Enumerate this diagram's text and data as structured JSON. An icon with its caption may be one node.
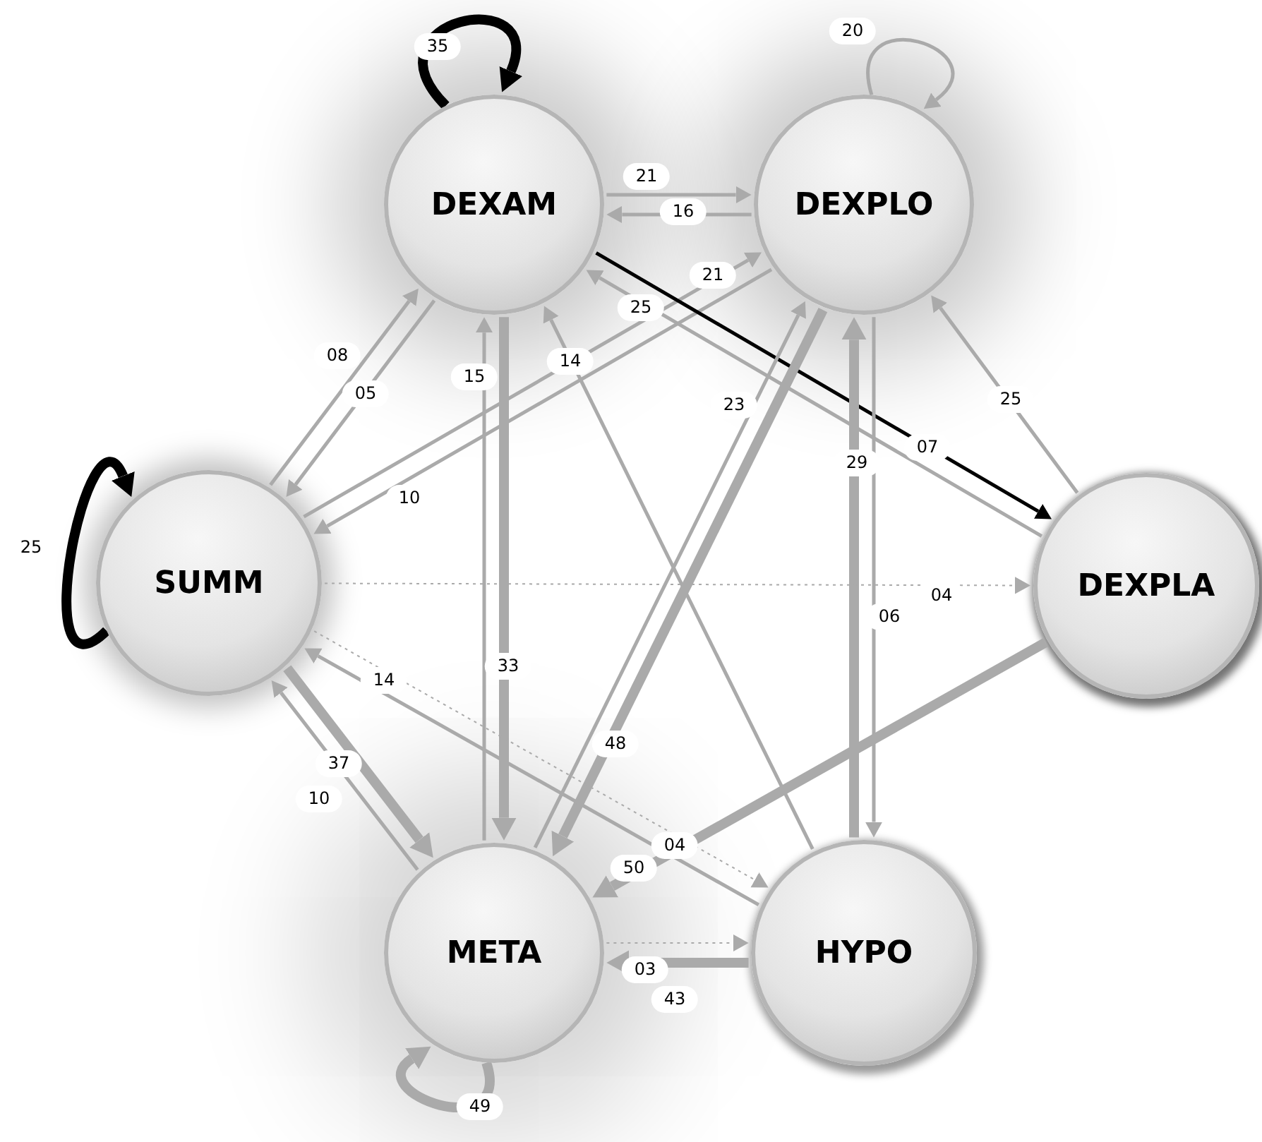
{
  "diagram": {
    "nodes": [
      {
        "text": [
          "DEXAM"
        ]
      },
      {
        "text": [
          "DEXPLO"
        ]
      },
      {
        "text": [
          "SUMM"
        ]
      },
      {
        "text": [
          "DEXPLA"
        ]
      },
      {
        "text": [
          "META"
        ]
      },
      {
        "text": [
          "HYPO"
        ]
      }
    ],
    "edges": [
      {
        "from": 0,
        "to": 0,
        "arrow": "to",
        "label": "35",
        "style": "thick",
        "color": "#000000"
      },
      {
        "from": 1,
        "to": 1,
        "arrow": "to",
        "label": "20"
      },
      {
        "from": 2,
        "to": 2,
        "arrow": "to",
        "label": "25",
        "style": "thick",
        "color": "#000000"
      },
      {
        "from": 4,
        "to": 4,
        "arrow": "to",
        "label": "49",
        "style": "thick"
      },
      {
        "from": 0,
        "to": 1,
        "arrow": "to",
        "label": "21"
      },
      {
        "from": 1,
        "to": 0,
        "arrow": "to",
        "label": "16"
      },
      {
        "from": 2,
        "to": 1,
        "arrow": "to",
        "label": "21"
      },
      {
        "from": 1,
        "to": 2,
        "arrow": "to",
        "label": "10"
      },
      {
        "from": 2,
        "to": 0,
        "arrow": "to",
        "label": "08"
      },
      {
        "from": 0,
        "to": 2,
        "arrow": "to",
        "label": "05"
      },
      {
        "from": 3,
        "to": 0,
        "arrow": "to",
        "label": "25"
      },
      {
        "from": 0,
        "to": 3,
        "arrow": "to",
        "label": "07",
        "color": "#000000"
      },
      {
        "from": 4,
        "to": 0,
        "arrow": "to",
        "label": "15"
      },
      {
        "from": 0,
        "to": 4,
        "arrow": "to",
        "label": "33",
        "style": "thick"
      },
      {
        "from": 5,
        "to": 0,
        "arrow": "to",
        "label": "14"
      },
      {
        "from": 4,
        "to": 1,
        "arrow": "to",
        "label": "23"
      },
      {
        "from": 1,
        "to": 4,
        "arrow": "to",
        "label": "48",
        "style": "thick"
      },
      {
        "from": 5,
        "to": 1,
        "arrow": "to",
        "label": "29",
        "style": "thick"
      },
      {
        "from": 1,
        "to": 5,
        "arrow": "to",
        "label": "06"
      },
      {
        "from": 3,
        "to": 1,
        "arrow": "to",
        "label": "25"
      },
      {
        "from": 2,
        "to": 3,
        "arrow": "to",
        "label": "04",
        "style": "dashed"
      },
      {
        "from": 5,
        "to": 2,
        "arrow": "to",
        "label": "14"
      },
      {
        "from": 2,
        "to": 5,
        "arrow": "to",
        "label": "04",
        "style": "dashed"
      },
      {
        "from": 2,
        "to": 4,
        "arrow": "to",
        "label": "37",
        "style": "thick"
      },
      {
        "from": 4,
        "to": 2,
        "arrow": "to",
        "label": "10"
      },
      {
        "from": 3,
        "to": 4,
        "arrow": "to",
        "label": "50",
        "style": "thick"
      },
      {
        "from": 4,
        "to": 5,
        "arrow": "to",
        "label": "03",
        "style": "dashed"
      },
      {
        "from": 5,
        "to": 4,
        "arrow": "to",
        "label": "43",
        "style": "thick"
      }
    ]
  }
}
